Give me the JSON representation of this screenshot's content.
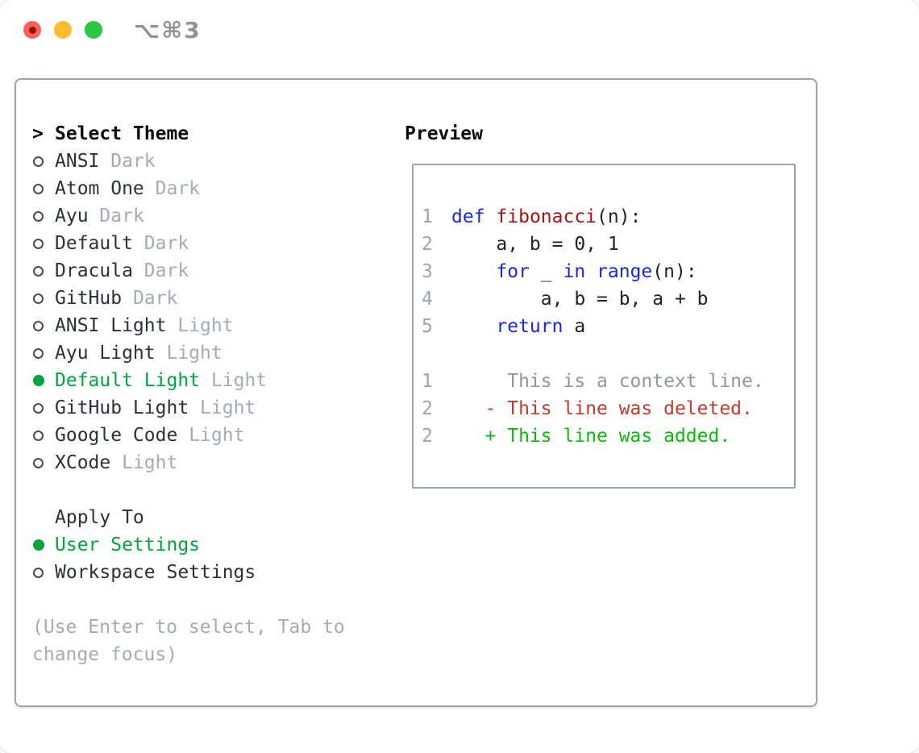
{
  "titlebar": {
    "shortcut": "⌥⌘3"
  },
  "theme_picker": {
    "prompt": ">",
    "title": "Select Theme",
    "items": [
      {
        "name": "ANSI",
        "variant": "Dark",
        "selected": false
      },
      {
        "name": "Atom One",
        "variant": "Dark",
        "selected": false
      },
      {
        "name": "Ayu",
        "variant": "Dark",
        "selected": false
      },
      {
        "name": "Default",
        "variant": "Dark",
        "selected": false
      },
      {
        "name": "Dracula",
        "variant": "Dark",
        "selected": false
      },
      {
        "name": "GitHub",
        "variant": "Dark",
        "selected": false
      },
      {
        "name": "ANSI Light",
        "variant": "Light",
        "selected": false
      },
      {
        "name": "Ayu Light",
        "variant": "Light",
        "selected": false
      },
      {
        "name": "Default Light",
        "variant": "Light",
        "selected": true
      },
      {
        "name": "GitHub Light",
        "variant": "Light",
        "selected": false
      },
      {
        "name": "Google Code",
        "variant": "Light",
        "selected": false
      },
      {
        "name": "XCode",
        "variant": "Light",
        "selected": false
      }
    ]
  },
  "apply_to": {
    "title": "Apply To",
    "options": [
      {
        "label": "User Settings",
        "selected": true
      },
      {
        "label": "Workspace Settings",
        "selected": false
      }
    ]
  },
  "hint": "(Use Enter to select, Tab to change focus)",
  "preview": {
    "title": "Preview",
    "code_lines": [
      {
        "num": "1",
        "segments": [
          {
            "text": "def",
            "color": "keyword"
          },
          {
            "text": " "
          },
          {
            "text": "fibonacci",
            "color": "function"
          },
          {
            "text": "(n):"
          }
        ]
      },
      {
        "num": "2",
        "segments": [
          {
            "text": "    a, b = 0, 1"
          }
        ]
      },
      {
        "num": "3",
        "segments": [
          {
            "text": "    "
          },
          {
            "text": "for",
            "color": "keyword"
          },
          {
            "text": " _ "
          },
          {
            "text": "in",
            "color": "keyword"
          },
          {
            "text": " "
          },
          {
            "text": "range",
            "color": "keyword"
          },
          {
            "text": "(n):"
          }
        ]
      },
      {
        "num": "4",
        "segments": [
          {
            "text": "        a, b = b, a + b"
          }
        ]
      },
      {
        "num": "5",
        "segments": [
          {
            "text": "    "
          },
          {
            "text": "return",
            "color": "keyword"
          },
          {
            "text": " a"
          }
        ]
      }
    ],
    "diff_lines": [
      {
        "num": "1",
        "type": "context",
        "text": "     This is a context line."
      },
      {
        "num": "2",
        "type": "deleted",
        "text": "   - This line was deleted."
      },
      {
        "num": "2",
        "type": "added",
        "text": "   + This line was added."
      }
    ]
  },
  "colors": {
    "text_dark": "#2b3138",
    "code_text": "#1f2328",
    "keyword_blue": "#1b27e0",
    "function_red": "#a31515",
    "deleted_red": "#c23a2b",
    "added_green": "#10b910",
    "selection_green": "#00a53e",
    "context_gray": "#8e979f",
    "linenum_gray": "#9aa5b1",
    "muted_gray": "#a2abb6",
    "border_gray": "#9ba4ad",
    "shortcut_gray": "#919195",
    "traffic_red": "#ff5f57",
    "traffic_red_dot": "#8a1507",
    "traffic_yellow": "#febc2e",
    "traffic_green": "#28c840"
  }
}
